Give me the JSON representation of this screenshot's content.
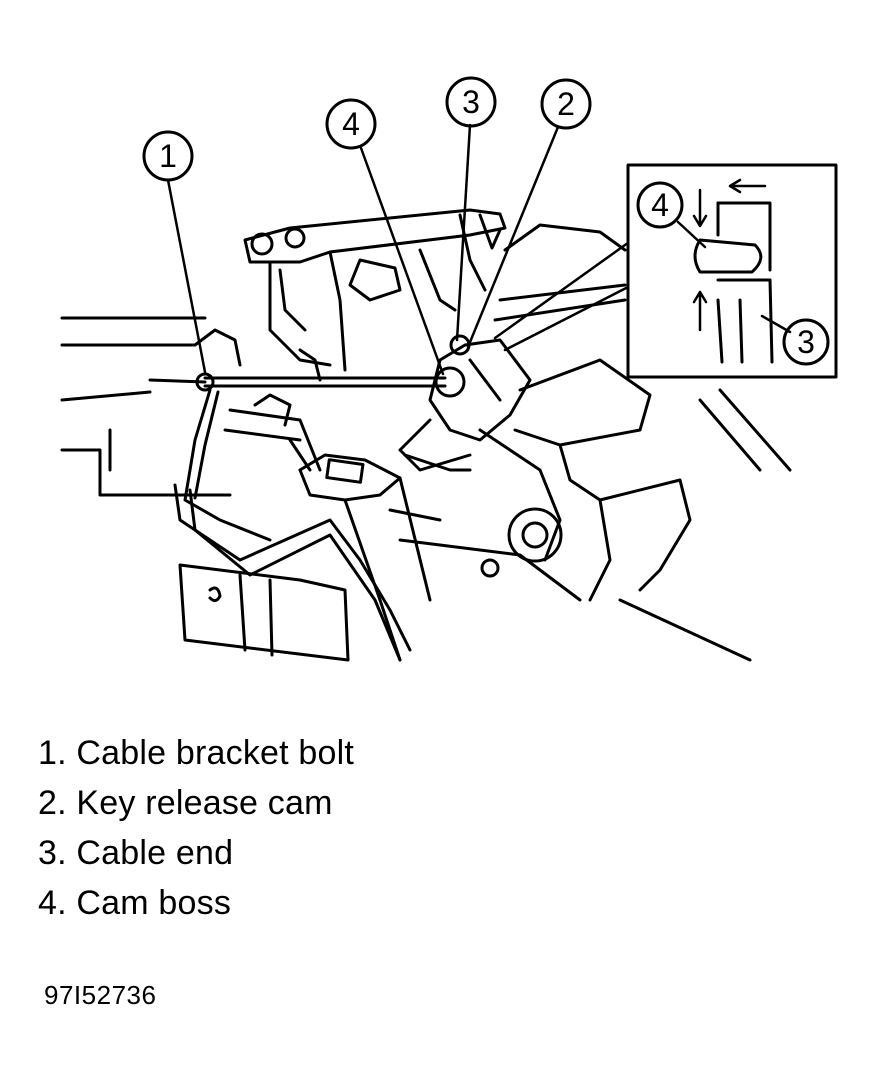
{
  "callouts": [
    {
      "number": "1",
      "label": "Cable bracket bolt"
    },
    {
      "number": "2",
      "label": "Key release cam"
    },
    {
      "number": "3",
      "label": "Cable end"
    },
    {
      "number": "4",
      "label": "Cam boss"
    }
  ],
  "legend": [
    "1. Cable bracket bolt",
    "2. Key release cam",
    "3. Cable end",
    "4. Cam boss"
  ],
  "inset": {
    "callouts": [
      "4",
      "3"
    ]
  },
  "figure_id": "97I52736"
}
